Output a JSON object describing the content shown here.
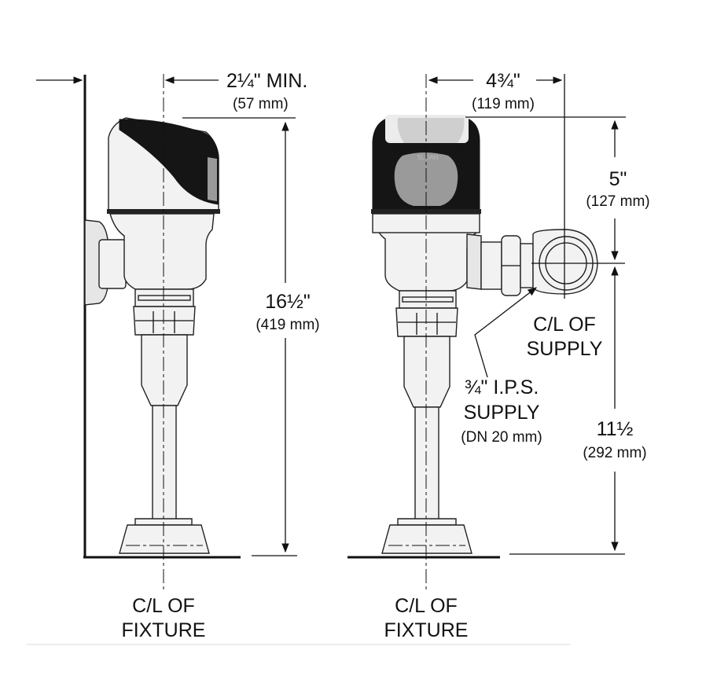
{
  "colors": {
    "ink": "#111111",
    "housing_dark": "#151515",
    "window_gray": "#9a9a9a",
    "body_light": "#f2f2f2"
  },
  "left_view": {
    "offset_in": "2¼\" MIN.",
    "offset_mm": "(57 mm)",
    "height_in": "16½\"",
    "height_mm": "(419 mm)",
    "cl_fixture_line1": "C/L OF",
    "cl_fixture_line2": "FIXTURE"
  },
  "right_view": {
    "brand": "SLOAN",
    "supply_offset_in": "4¾\"",
    "supply_offset_mm": "(119 mm)",
    "top_to_supply_in": "5\"",
    "top_to_supply_mm": "(127 mm)",
    "cl_supply_line1": "C/L OF",
    "cl_supply_line2": "SUPPLY",
    "ips_line1": "¾\" I.P.S.",
    "ips_line2": "SUPPLY",
    "ips_line3": "(DN 20 mm)",
    "supply_height_in": "11½",
    "supply_height_mm": "(292 mm)",
    "cl_fixture_line1": "C/L OF",
    "cl_fixture_line2": "FIXTURE"
  }
}
